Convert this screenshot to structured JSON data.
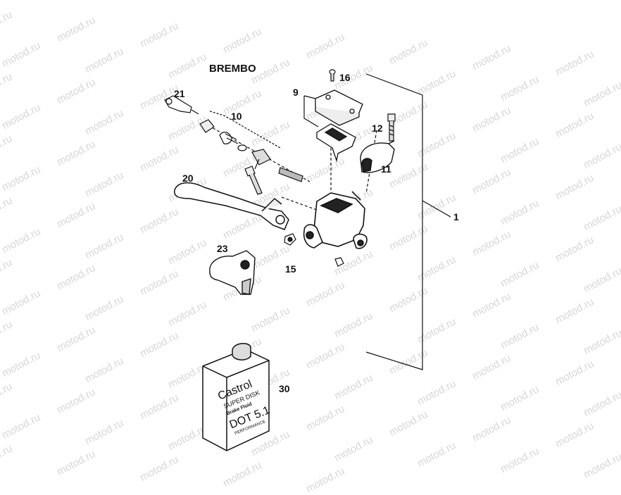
{
  "watermark": "motod.ru",
  "brand_label": "BREMBO",
  "parts": [
    {
      "num": "1"
    },
    {
      "num": "9"
    },
    {
      "num": "10"
    },
    {
      "num": "11"
    },
    {
      "num": "12"
    },
    {
      "num": "15"
    },
    {
      "num": "16"
    },
    {
      "num": "20"
    },
    {
      "num": "21"
    },
    {
      "num": "23"
    },
    {
      "num": "30"
    }
  ],
  "fluid_can": {
    "line1": "Castrol",
    "line2": "SUPER DISK",
    "line3": "Brake Fluid",
    "line4": "DOT 5.1",
    "line5": "PERFORMANCE"
  }
}
